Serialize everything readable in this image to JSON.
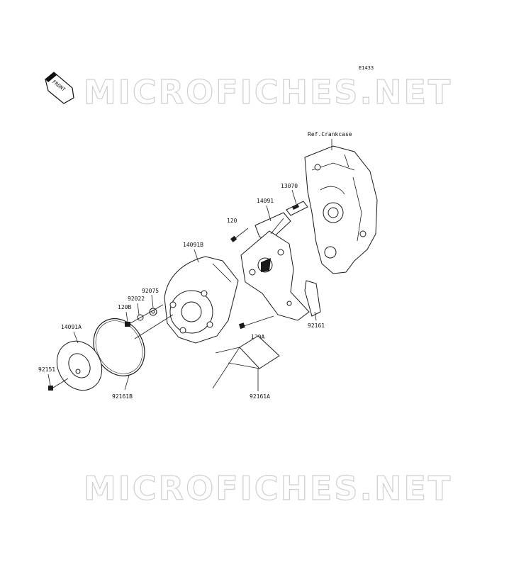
{
  "diagram": {
    "code": "E1433",
    "front_label": "FRONT",
    "watermark_top": "MICROFICHES.NET",
    "watermark_bottom": "MICROFICHES.NET",
    "ref_crankcase": "Ref.Crankcase",
    "parts": {
      "p13070": "13070",
      "p14091": "14091",
      "p120": "120",
      "p14091B": "14091B",
      "p92075": "92075",
      "p92022": "92022",
      "p120B": "120B",
      "p14091A": "14091A",
      "p92151": "92151",
      "p92161B": "92161B",
      "p120A": "120A",
      "p92161": "92161",
      "p92161A": "92161A"
    }
  }
}
